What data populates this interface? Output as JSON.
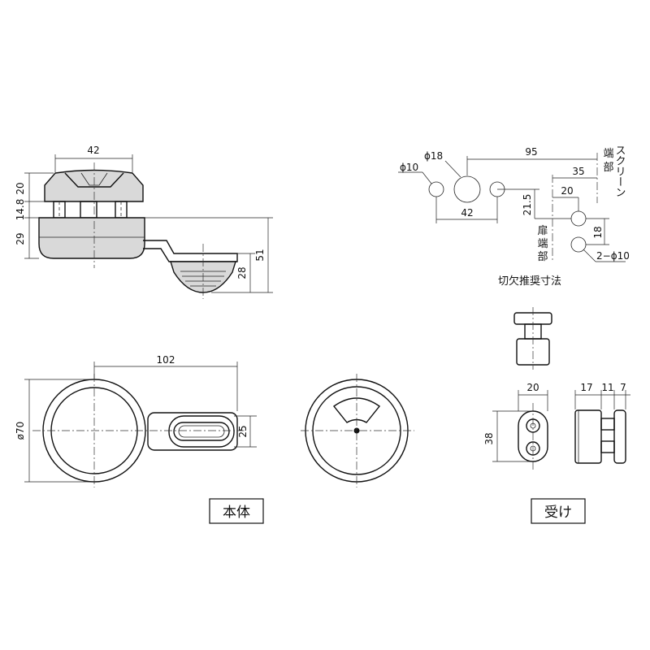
{
  "labels": {
    "main_body": "本体",
    "receiver": "受け",
    "cutout_title": "切欠推奨寸法",
    "screen_edge_1": "端",
    "screen_edge_2": "部",
    "screen_word": "スクリーン",
    "door_edge_1": "扉",
    "door_edge_2": "端",
    "door_edge_3": "部"
  },
  "dimensions": {
    "body_top_width": "42",
    "body_h20": "20",
    "body_h14_8": "14.8",
    "body_h29": "29",
    "body_h28": "28",
    "body_h51": "51",
    "plan_length": "102",
    "plan_dia": "ø70",
    "plan_h25": "25",
    "cut_phi10": "ϕ10",
    "cut_phi18": "ϕ18",
    "cut_95": "95",
    "cut_35": "35",
    "cut_42": "42",
    "cut_20": "20",
    "cut_21_5": "21.5",
    "cut_18": "18",
    "cut_2phi10": "2−ϕ10",
    "recv_20": "20",
    "recv_38": "38",
    "recv_17": "17",
    "recv_11": "11",
    "recv_7": "7"
  }
}
